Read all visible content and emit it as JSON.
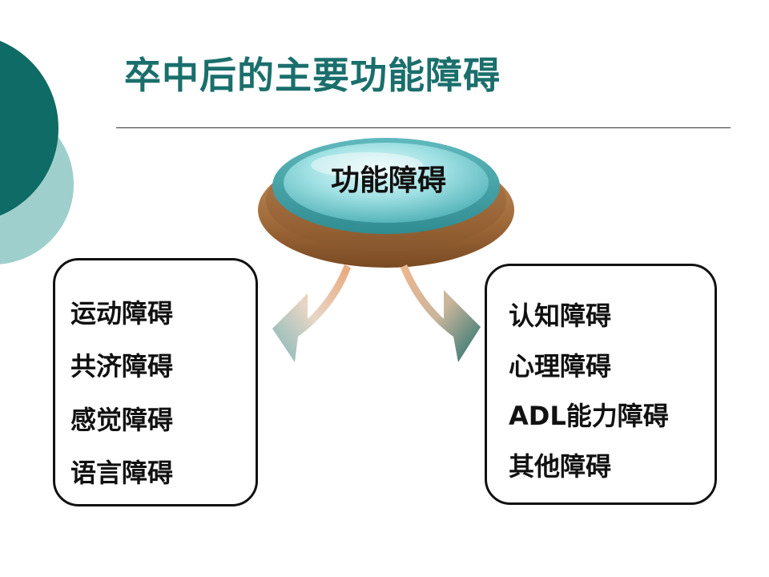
{
  "title": "卒中后的主要功能障碍",
  "hub": {
    "label": "功能障碍"
  },
  "left_group": {
    "items": [
      "运动障碍",
      "共济障碍",
      "感觉障碍",
      "语言障碍"
    ]
  },
  "right_group": {
    "items": [
      "认知障碍",
      "心理障碍",
      "ADL能力障碍",
      "其他障碍"
    ]
  },
  "colors": {
    "title": "#1a6f6c",
    "deco_dark": "#0e6b66",
    "deco_light": "#9fcfcc",
    "hub_top": "#6fc7cc",
    "hub_base": "#b07a45"
  }
}
